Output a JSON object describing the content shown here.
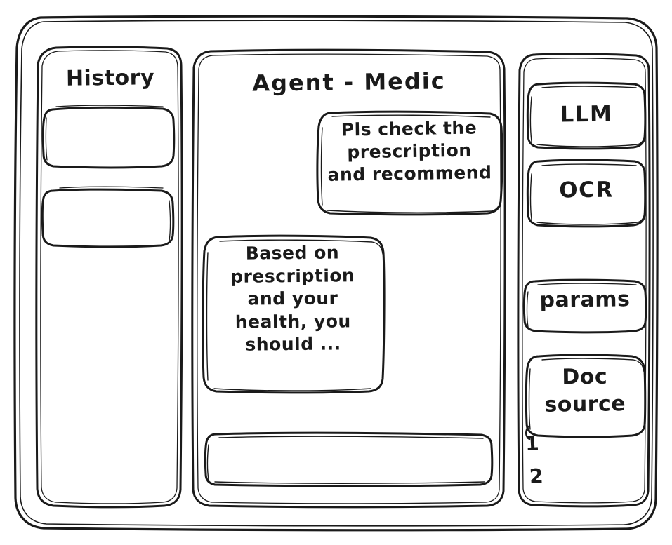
{
  "app": {
    "stroke_color": "#1a1a1a",
    "background_color": "#ffffff",
    "style": "hand-drawn wireframe sketch"
  },
  "sidebar": {
    "title": "History",
    "items": [
      {
        "label": ""
      },
      {
        "label": ""
      }
    ]
  },
  "main": {
    "title": "Agent - Medic",
    "messages": [
      {
        "role": "user",
        "text": "Pls check the\nprescription\nand recommend"
      },
      {
        "role": "assistant",
        "text": "Based on\nprescription\nand your\nhealth, you\nshould ..."
      }
    ],
    "composer": {
      "value": "",
      "placeholder": ""
    }
  },
  "tools": {
    "buttons": [
      {
        "label": "LLM"
      },
      {
        "label": "OCR"
      },
      {
        "label": "params"
      }
    ],
    "doc_source": {
      "label": "Doc\nsource",
      "items": [
        {
          "label": "1"
        },
        {
          "label": "2"
        }
      ]
    }
  }
}
